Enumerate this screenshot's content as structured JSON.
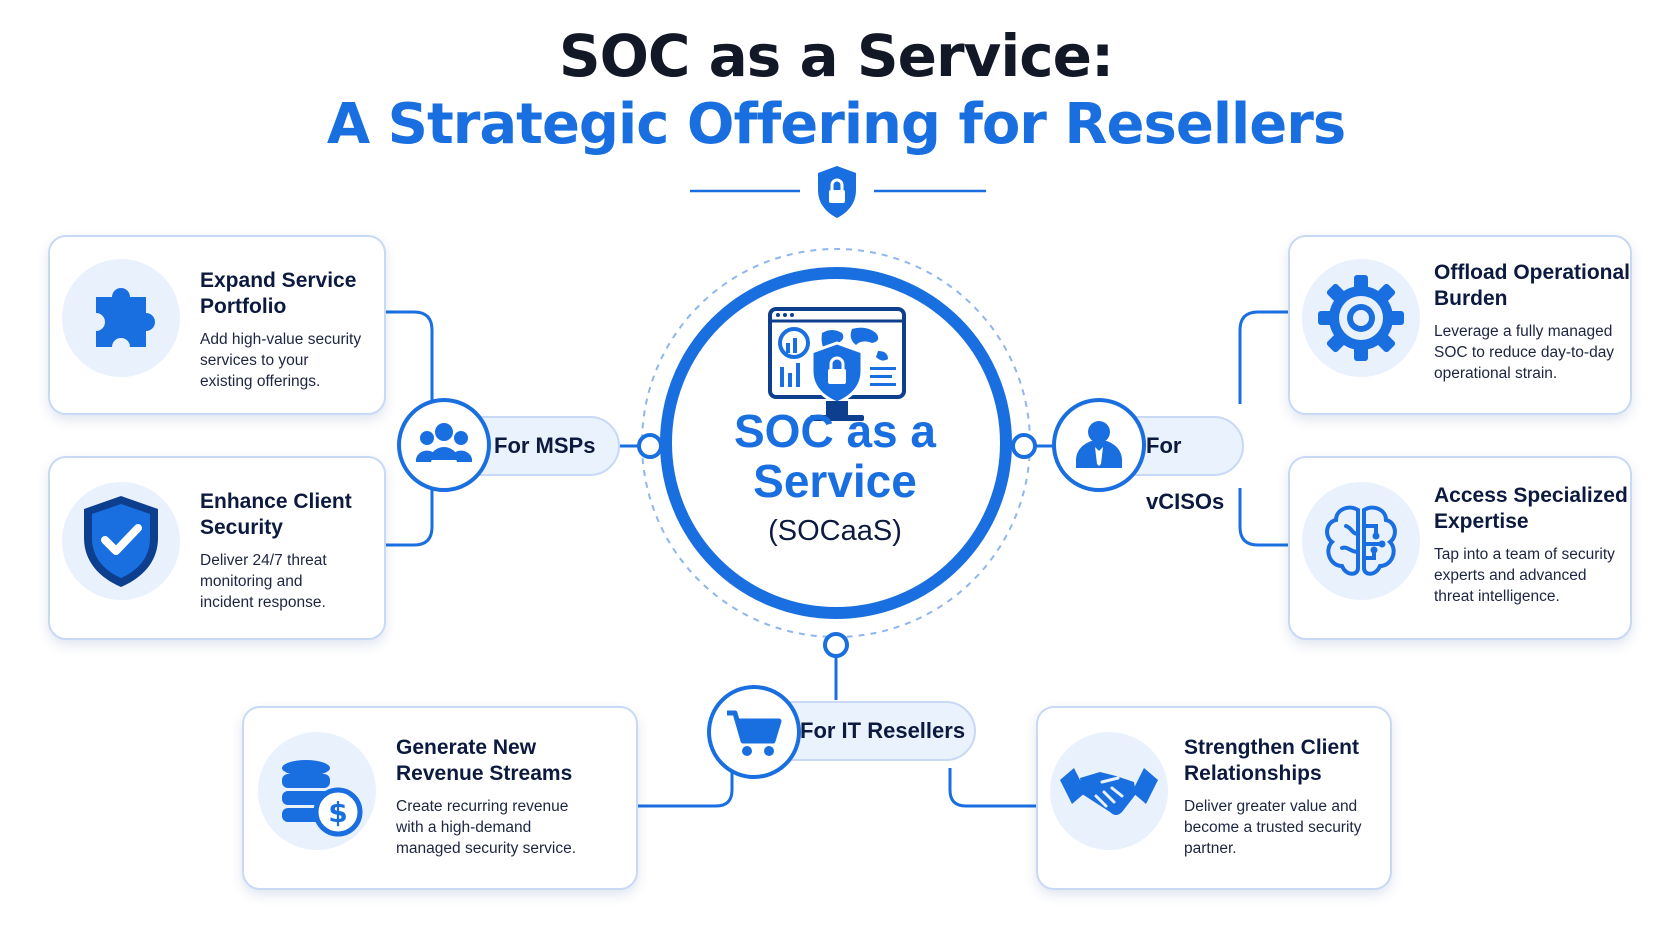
{
  "header": {
    "title": "SOC as a Service:",
    "subtitle": "A Strategic Offering for Resellers"
  },
  "center": {
    "line1": "SOC as a",
    "line2": "Service",
    "abbr": "(SOCaaS)"
  },
  "audiences": {
    "msps": "For MSPs",
    "vcisos": "For vCISOs",
    "it_resellers": "For IT Resellers"
  },
  "cards": {
    "expand": {
      "title_1": "Expand Service",
      "title_2": "Portfolio",
      "body": [
        "Add high-value security",
        "services to your",
        "existing offerings."
      ]
    },
    "enhance": {
      "title_1": "Enhance Client",
      "title_2": "Security",
      "body": [
        "Deliver 24/7 threat",
        "monitoring and",
        "incident response."
      ]
    },
    "offload": {
      "title_1": "Offload Operational",
      "title_2": "Burden",
      "body": [
        "Leverage a fully managed",
        "SOC to reduce day-to-day",
        "operational strain."
      ]
    },
    "access": {
      "title_1": "Access Specialized",
      "title_2": "Expertise",
      "body": [
        "Tap into a team of security",
        "experts and advanced",
        "threat intelligence."
      ]
    },
    "revenue": {
      "title_1": "Generate New",
      "title_2": "Revenue Streams",
      "body": [
        "Create recurring revenue",
        "with a high-demand",
        "managed security service."
      ]
    },
    "strengthen": {
      "title_1": "Strengthen Client",
      "title_2": "Relationships",
      "body": [
        "Deliver greater value and",
        "become a trusted security",
        "partner."
      ]
    }
  },
  "colors": {
    "accent": "#1a6fe0",
    "title": "#121826",
    "card_border": "#c8d9f5",
    "icon_bg": "#e9f1fd"
  },
  "icons": {
    "header": "shield-lock-icon",
    "center": "monitor-shield-icon",
    "msps": "users-group-icon",
    "vcisos": "business-person-icon",
    "it_resellers": "shopping-cart-icon",
    "expand": "puzzle-piece-icon",
    "enhance": "shield-check-icon",
    "offload": "gear-icon",
    "access": "brain-circuit-icon",
    "revenue": "coins-dollar-icon",
    "strengthen": "handshake-icon"
  }
}
